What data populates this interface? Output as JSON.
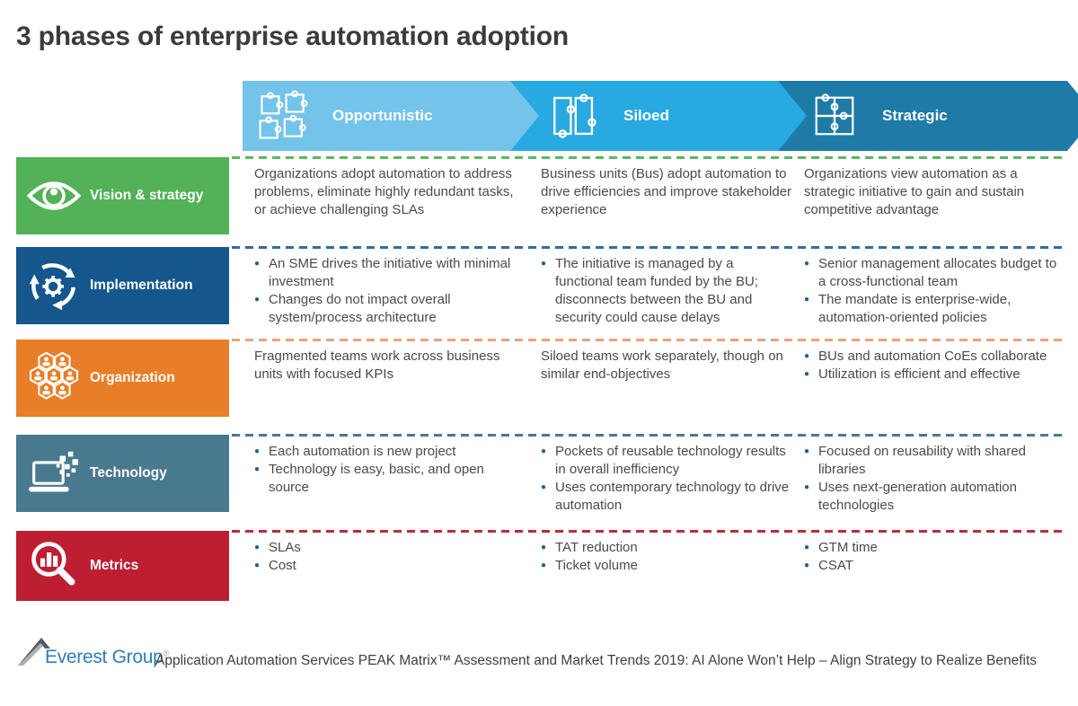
{
  "page": {
    "title": "3 phases of enterprise automation adoption"
  },
  "phases": [
    {
      "label": "Opportunistic",
      "color": "#74C3EA",
      "icon": "puzzle-pieces-scattered-icon"
    },
    {
      "label": "Siloed",
      "color": "#29A9E1",
      "icon": "puzzle-pieces-pair-icon"
    },
    {
      "label": "Strategic",
      "color": "#1E7BA8",
      "icon": "puzzle-pieces-grid-icon"
    }
  ],
  "rows": [
    {
      "label": "Vision & strategy",
      "color": "#53B157",
      "dash_color": "#5CB85C",
      "icon": "eye-icon",
      "cells": [
        {
          "type": "paragraph",
          "items": [
            "Organizations adopt automation to address problems, eliminate highly redundant tasks, or achieve challenging SLAs"
          ]
        },
        {
          "type": "paragraph",
          "items": [
            "Business units (Bus) adopt automation to drive efficiencies and improve stakeholder experience"
          ]
        },
        {
          "type": "paragraph",
          "items": [
            "Organizations view automation as a strategic initiative to gain and sustain competitive advantage"
          ]
        }
      ]
    },
    {
      "label": "Implementation",
      "color": "#15568D",
      "dash_color": "#2E6DA4",
      "icon": "process-gear-icon",
      "cells": [
        {
          "type": "bullets",
          "items": [
            "An SME drives the initiative with minimal investment",
            "Changes do not impact overall system/process architecture"
          ]
        },
        {
          "type": "bullets",
          "items": [
            "The initiative is managed by a functional team funded by the BU; disconnects between the BU and security could cause delays"
          ]
        },
        {
          "type": "bullets",
          "items": [
            "Senior management allocates budget to a cross-functional team",
            "The mandate is enterprise-wide, automation-oriented policies"
          ]
        }
      ]
    },
    {
      "label": "Organization",
      "color": "#E87E27",
      "dash_color": "#F0A078",
      "icon": "people-hexagons-icon",
      "cells": [
        {
          "type": "paragraph",
          "items": [
            "Fragmented teams work across business units with focused KPIs"
          ]
        },
        {
          "type": "paragraph",
          "items": [
            "Siloed teams work separately, though on similar end-objectives"
          ]
        },
        {
          "type": "bullets",
          "items": [
            "BUs and automation CoEs collaborate",
            "Utilization is efficient and effective"
          ]
        }
      ]
    },
    {
      "label": "Technology",
      "color": "#49798E",
      "dash_color": "#4A7A8E",
      "icon": "laptop-pixels-icon",
      "cells": [
        {
          "type": "bullets",
          "items": [
            "Each automation is new project",
            "Technology is easy, basic, and open source"
          ]
        },
        {
          "type": "bullets",
          "items": [
            "Pockets of reusable technology results in overall inefficiency",
            "Uses contemporary technology to drive automation"
          ]
        },
        {
          "type": "bullets",
          "items": [
            "Focused on reusability with shared libraries",
            "Uses next-generation automation technologies"
          ]
        }
      ]
    },
    {
      "label": "Metrics",
      "color": "#BE1E31",
      "dash_color": "#C2293C",
      "icon": "magnifier-bars-icon",
      "cells": [
        {
          "type": "bullets",
          "items": [
            "SLAs",
            "Cost"
          ]
        },
        {
          "type": "bullets",
          "items": [
            "TAT reduction",
            "Ticket volume"
          ]
        },
        {
          "type": "bullets",
          "items": [
            "GTM time",
            "CSAT"
          ]
        }
      ]
    }
  ],
  "colors": {
    "bullet": "#1D5E94",
    "body_text": "#4A4A4A",
    "title_text": "#3B3B3B",
    "logo_blue": "#2F7DB7"
  },
  "footer": {
    "logo_text": "Everest Group",
    "logo_reg": "®",
    "caption": "Application Automation Services PEAK Matrix™ Assessment and Market Trends 2019: AI Alone Won’t Help – Align Strategy to Realize Benefits"
  }
}
